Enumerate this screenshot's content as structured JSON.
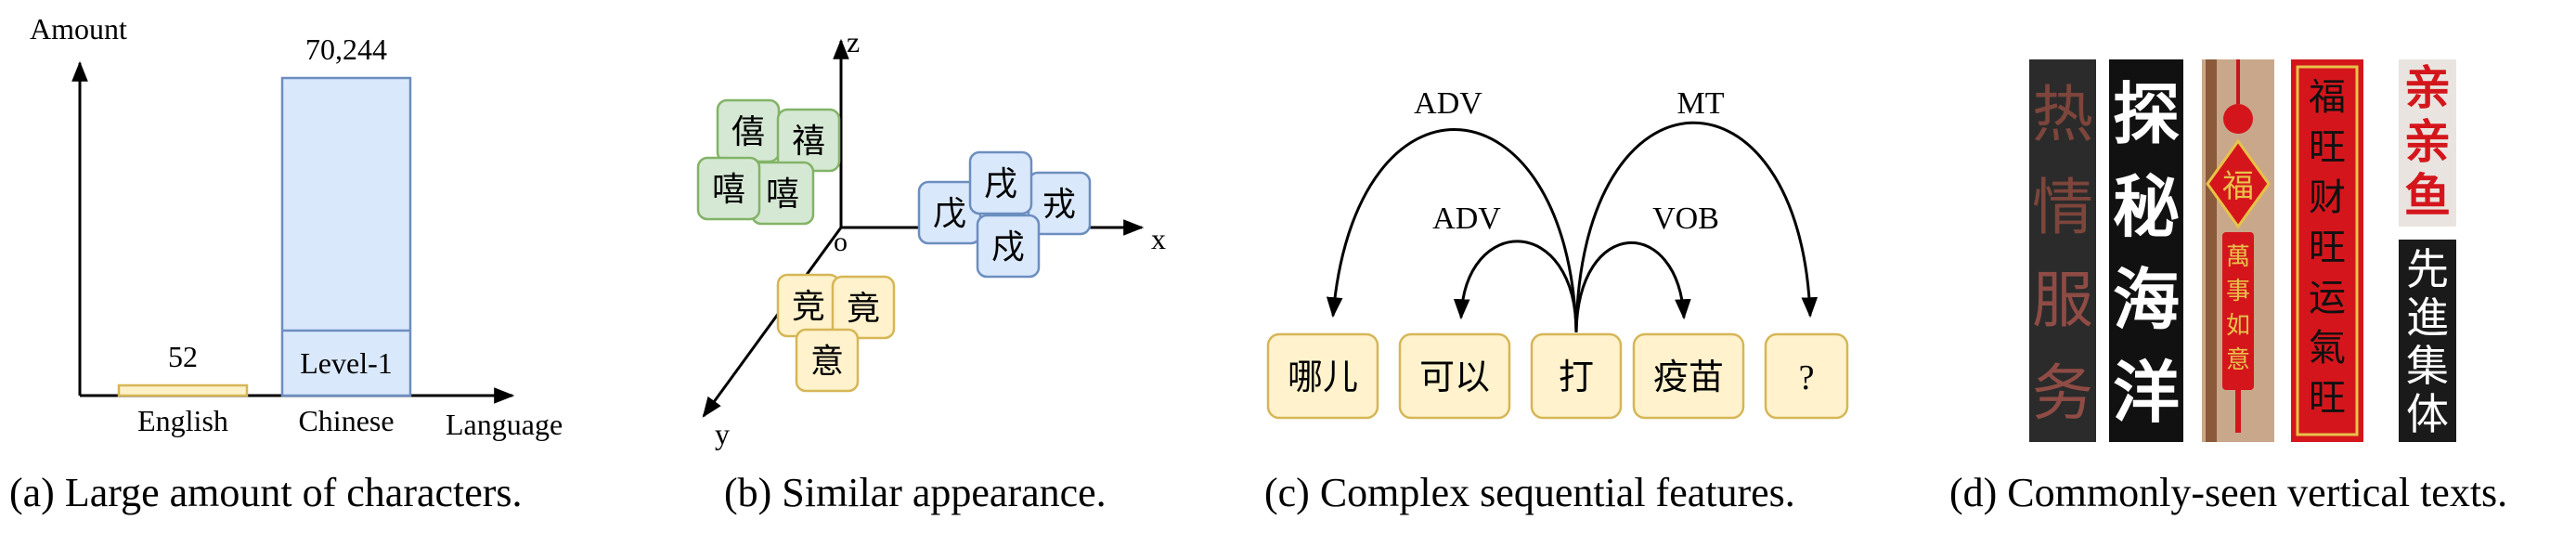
{
  "panel_a": {
    "y_axis_label": "Amount",
    "x_axis_label": "Language",
    "caption": "(a) Large amount of characters.",
    "bars": [
      {
        "category": "English",
        "value_label": "52"
      },
      {
        "category": "Chinese",
        "value_label": "70,244",
        "inner_label": "Level-1"
      }
    ]
  },
  "panel_b": {
    "caption": "(b) Similar appearance.",
    "axes": {
      "x": "x",
      "y": "y",
      "z": "z",
      "origin": "o"
    },
    "green_chars": [
      "僖",
      "禧",
      "嘻",
      "嘻"
    ],
    "blue_chars": [
      "戊",
      "戌",
      "戎",
      "戍"
    ],
    "yellow_chars": [
      "竞",
      "竟",
      "意"
    ]
  },
  "panel_c": {
    "caption": "(c) Complex sequential features.",
    "tokens": [
      "哪儿",
      "可以",
      "打",
      "疫苗",
      "?"
    ],
    "arcs": [
      {
        "label": "ADV"
      },
      {
        "label": "MT"
      },
      {
        "label": "ADV"
      },
      {
        "label": "VOB"
      }
    ]
  },
  "panel_d": {
    "caption": "(d) Commonly-seen vertical texts.",
    "signs": [
      {
        "chars": [
          "热",
          "情",
          "服",
          "务"
        ]
      },
      {
        "chars": [
          "探",
          "秘",
          "海",
          "洋"
        ]
      },
      {
        "chars": [
          "福",
          "萬",
          "事",
          "如",
          "意"
        ]
      },
      {
        "chars": [
          "福",
          "旺",
          "财",
          "旺",
          "运",
          "氣",
          "旺"
        ]
      },
      {
        "chars": [
          "亲",
          "亲",
          "鱼"
        ]
      },
      {
        "chars": [
          "先",
          "進",
          "集",
          "体"
        ]
      }
    ],
    "colors": {
      "red": "#d4161c",
      "dark": "#1a1a1a",
      "gold": "#e8c24a"
    }
  }
}
